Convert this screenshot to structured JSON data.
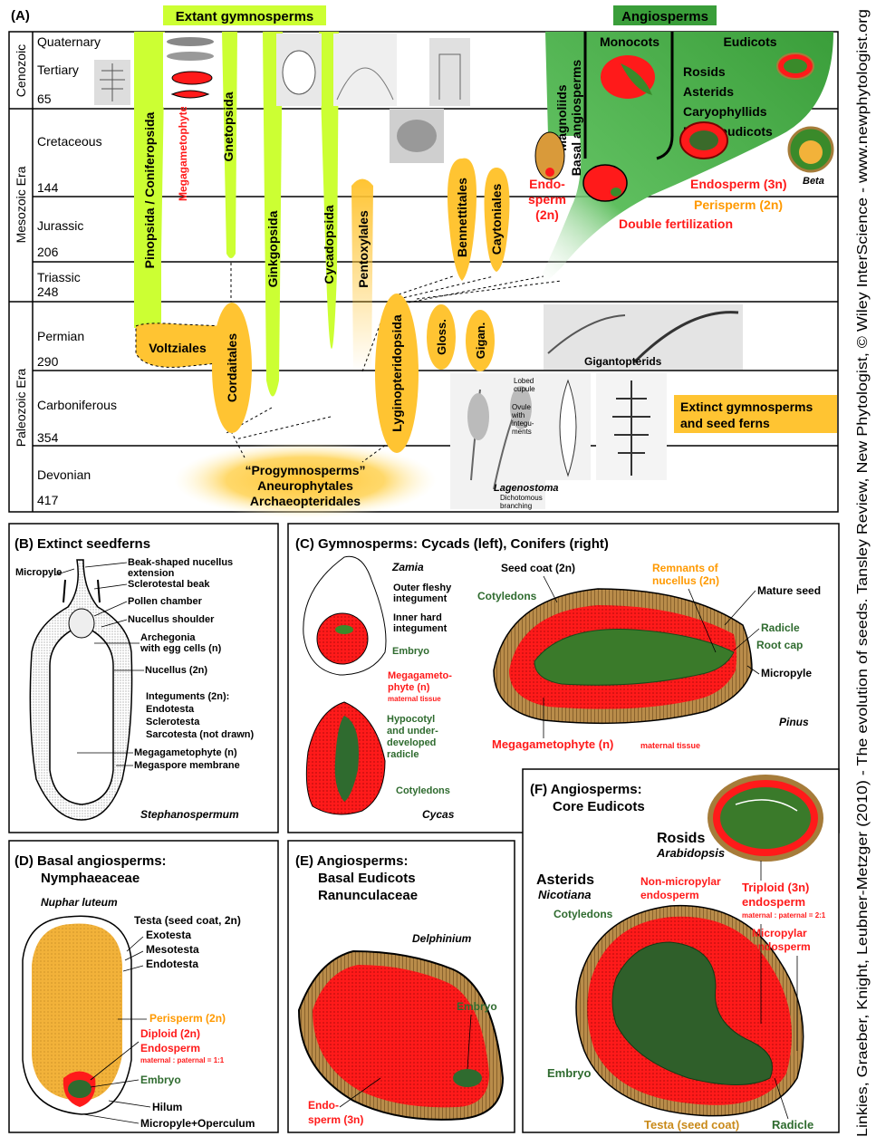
{
  "side_credit": "Linkies, Graeber, Knight, Leubner-Metzger (2010) - The evolution of seeds. Tansley Review, New Phytologist, © Wiley InterScience - www.newphytologist.org",
  "panelA": {
    "tag": "(A)",
    "extant_header": "Extant gymnosperms",
    "angio_header": "Angiosperms",
    "eras": [
      "Cenozoic",
      "Mesozoic Era",
      "Paleozoic Era"
    ],
    "periods": [
      "Quaternary",
      "Tertiary",
      "Cretaceous",
      "Jurassic",
      "Triassic",
      "Permian",
      "Carboniferous",
      "Devonian"
    ],
    "ages": [
      "65",
      "144",
      "206",
      "248",
      "290",
      "354",
      "417"
    ],
    "lineages": {
      "pinopsida": "Pinopsida / Coniferopsida",
      "megagametophyte": "Megagametophyte (n)",
      "gnetopsida": "Gnetopsida",
      "ginkgopsida": "Ginkgopsida",
      "cycadopsida": "Cycadopsida",
      "pentoxylales": "Pentoxylales",
      "bennettitales": "Bennettitales",
      "caytoniales": "Caytoniales",
      "voltziales": "Voltziales",
      "cordaitales": "Cordaitales",
      "lyginopteridopsida": "Lyginopteridopsida",
      "gloss": "Gloss.",
      "gigan": "Gigan."
    },
    "angio": {
      "magnoliids": "Magnoliids",
      "basal": "Basal angiosperms",
      "monocots": "Monocots",
      "eudicots": "Eudicots",
      "groups": [
        "Rosids",
        "Asterids",
        "Caryophyllids",
        "Basal eudicots"
      ],
      "endosperm2n": [
        "Endo-",
        "sperm",
        "(2n)"
      ],
      "endosperm3n": "Endosperm (3n)",
      "perisperm": "Perisperm (2n)",
      "double_fert": "Double fertilization",
      "beta": "Beta"
    },
    "progym": [
      "“Progymnosperms”",
      "Aneurophytales",
      "Archaeopteridales"
    ],
    "extinct_box": [
      "Extinct gymnosperms",
      "and seed ferns"
    ],
    "gigantopterids": "Gigantopterids",
    "lagenostoma": "Lagenostoma",
    "small_labels": [
      "Lobed",
      "cupule",
      "Ovule",
      "with",
      "integu-",
      "ments",
      "Dichotomous",
      "branching"
    ]
  },
  "panelB": {
    "title": "(B) Extinct seedferns",
    "micropyle": "Micropyle",
    "labels": [
      "Beak-shaped nucellus",
      "extension",
      "Sclerotestal beak",
      "Pollen chamber",
      "Nucellus shoulder",
      "Archegonia",
      "with egg cells (n)",
      "Nucellus (2n)",
      "Integuments (2n):",
      "Endotesta",
      "Sclerotesta",
      "Sarcotesta (not drawn)",
      "Megagametophyte (n)",
      "Megaspore membrane"
    ],
    "species": "Stephanospermum"
  },
  "panelC": {
    "title": "(C) Gymnosperms: Cycads (left), Conifers (right)",
    "zamia": "Zamia",
    "cycas": "Cycas",
    "pinus": "Pinus",
    "zamia_labels": [
      "Outer fleshy",
      "integument",
      "Inner hard",
      "integument"
    ],
    "embryo": "Embryo",
    "megagameto": [
      "Megagameto-",
      "phyte (n)"
    ],
    "maternal": "maternal tissue",
    "hypocotyl": [
      "Hypocotyl",
      "and under-",
      "developed",
      "radicle"
    ],
    "cotyledons": "Cotyledons",
    "seed_coat": "Seed coat (2n)",
    "remnants": [
      "Remnants of",
      "nucellus (2n)"
    ],
    "mature_seed": "Mature seed",
    "radicle": "Radicle",
    "root_cap": "Root cap",
    "micropyle": "Micropyle",
    "megagametophyte": "Megagametophyte (n)",
    "maternal2": "maternal tissue"
  },
  "panelD": {
    "title": [
      "(D) Basal angiosperms:",
      "Nymphaeaceae"
    ],
    "species": "Nuphar luteum",
    "testa": [
      "Testa (seed coat, 2n)",
      "Exotesta",
      "Mesotesta",
      "Endotesta"
    ],
    "perisperm": "Perisperm (2n)",
    "diploid": [
      "Diploid (2n)",
      "Endosperm"
    ],
    "ratio": "maternal : paternal = 1:1",
    "embryo": "Embryo",
    "hilum": "Hilum",
    "micropyle": "Micropyle+Operculum"
  },
  "panelE": {
    "title": [
      "(E) Angiosperms:",
      "Basal Eudicots",
      "Ranunculaceae"
    ],
    "species": "Delphinium",
    "embryo": "Embryo",
    "endosperm": [
      "Endo-",
      "sperm (3n)"
    ]
  },
  "panelF": {
    "title": [
      "(F) Angiosperms:",
      "Core Eudicots"
    ],
    "rosids": "Rosids",
    "arabidopsis": "Arabidopsis",
    "asterids": "Asterids",
    "nicotiana": "Nicotiana",
    "nonmicro": [
      "Non-micropylar",
      "endosperm"
    ],
    "cotyledons": "Cotyledons",
    "triploid": [
      "Triploid (3n)",
      "endosperm"
    ],
    "ratio": "maternal : paternal = 2:1",
    "micro": [
      "Micropylar",
      "endosperm"
    ],
    "embryo": "Embryo",
    "testa": "Testa (seed coat)",
    "radicle": "Radicle"
  },
  "colors": {
    "lime": "#ccff33",
    "orange": "#ffc432",
    "green": "#3a9e3a",
    "red": "#ff1a1a",
    "dark_green": "#2f6b2f",
    "brown": "#a67c3a"
  }
}
